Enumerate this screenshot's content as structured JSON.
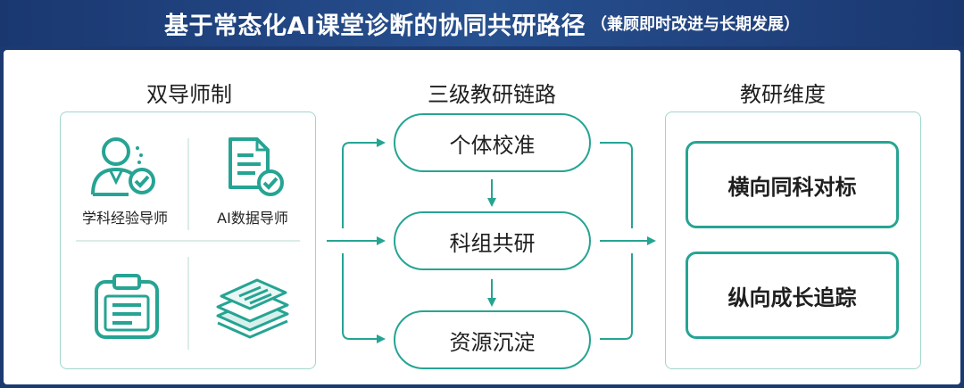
{
  "header": {
    "title": "基于常态化AI课堂诊断的协同共研路径",
    "subtitle": "（兼顾即时改进与长期发展）"
  },
  "columns": {
    "left": {
      "title": "双导师制",
      "mentors": [
        {
          "label": "学科经验导师",
          "icon": "teacher-check-icon"
        },
        {
          "label": "AI数据导师",
          "icon": "document-check-icon"
        }
      ],
      "extra_icons": [
        "clipboard-icon",
        "layered-docs-icon"
      ]
    },
    "middle": {
      "title": "三级教研链路",
      "steps": [
        "个体校准",
        "科组共研",
        "资源沉淀"
      ]
    },
    "right": {
      "title": "教研维度",
      "dimensions": [
        "横向同科对标",
        "纵向成长追踪"
      ]
    }
  },
  "colors": {
    "accent": "#26a493",
    "box_border": "#9fd6cc",
    "header_bg": "#1c3a72"
  }
}
